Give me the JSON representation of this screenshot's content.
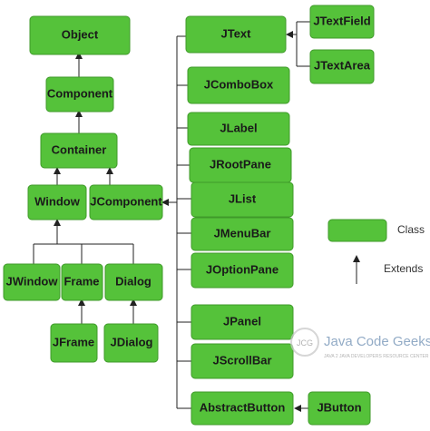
{
  "colors": {
    "node_fill": "#55c23a",
    "node_stroke": "#3f9a2a",
    "edge": "#222222",
    "watermark_text": "#6e8fb3",
    "watermark_small": "#9a9a9a"
  },
  "nodes": {
    "object": "Object",
    "component": "Component",
    "container": "Container",
    "window": "Window",
    "jcomponent": "JComponent",
    "jwindow": "JWindow",
    "frame": "Frame",
    "dialog": "Dialog",
    "jframe": "JFrame",
    "jdialog": "JDialog",
    "jtext": "JText",
    "jtextfield": "JTextField",
    "jtextarea": "JTextArea",
    "jcombobox": "JComboBox",
    "jlabel": "JLabel",
    "jrootpane": "JRootPane",
    "jlist": "JList",
    "jmenubar": "JMenuBar",
    "joptionpane": "JOptionPane",
    "jpanel": "JPanel",
    "jscrollbar": "JScrollBar",
    "abstractbutton": "AbstractButton",
    "jbutton": "JButton"
  },
  "legend": {
    "class_label": "Class",
    "extends_label": "Extends"
  },
  "watermark": {
    "logo_letters": "JCG",
    "title": "Java Code Geeks",
    "tagline": "JAVA 2 JAVA DEVELOPERS RESOURCE CENTER"
  }
}
